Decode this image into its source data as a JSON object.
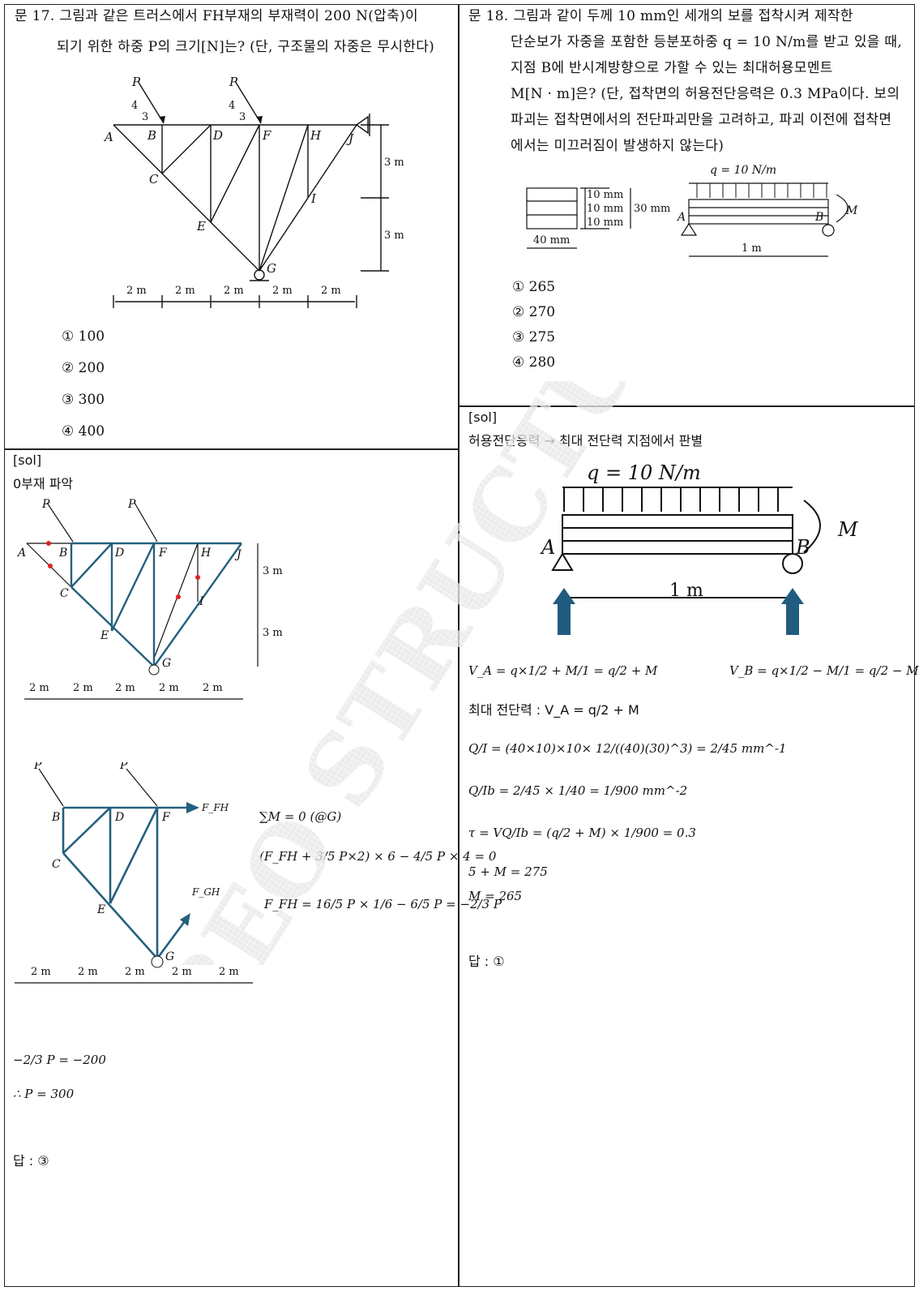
{
  "q17": {
    "number": "문 17.",
    "text_line1": "그림과 같은 트러스에서 FH부재의 부재력이 200 N(압축)이",
    "text_line2": "되기 위한 하중 P의 크기[N]는? (단, 구조물의 자중은 무시한다)",
    "choices": [
      "① 100",
      "② 200",
      "③ 300",
      "④ 400"
    ],
    "fig": {
      "nodes": [
        "A",
        "B",
        "C",
        "D",
        "E",
        "F",
        "G",
        "H",
        "I",
        "J"
      ],
      "load": "P",
      "load_ratio_a": "4",
      "load_ratio_b": "3",
      "dims_h": [
        "2 m",
        "2 m",
        "2 m",
        "2 m",
        "2 m"
      ],
      "dims_v": [
        "3 m",
        "3 m"
      ]
    }
  },
  "q18": {
    "number": "문 18.",
    "lines": [
      "그림과 같이 두께 10 mm인 세개의 보를 접착시켜 제작한",
      "단순보가 자중을 포함한 등분포하중 q = 10 N/m를 받고 있을 때,",
      "지점 B에 반시계방향으로 가할 수 있는 최대허용모멘트",
      "M[N · m]은? (단, 접착면의 허용전단응력은 0.3 MPa이다. 보의",
      "파괴는 접착면에서의 전단파괴만을 고려하고, 파괴 이전에 접착면",
      "에서는 미끄러짐이 발생하지 않는다)"
    ],
    "choices": [
      "① 265",
      "② 270",
      "③ 275",
      "④ 280"
    ],
    "fig": {
      "layer": "10 mm",
      "total": "30 mm",
      "width": "40 mm",
      "load": "q = 10 N/m",
      "span": "1 m",
      "A": "A",
      "B": "B",
      "M": "M"
    }
  },
  "sol17": {
    "tag": "[sol]",
    "heading": "0부재 파악",
    "eq1_lhs": "∑M = 0 (@G)",
    "eq2": "(F_FH + 3/5 P×2) × 6 − 4/5 P × 4 = 0",
    "eq3": "F_FH = 16/5 P × 1/6 − 6/5 P = −2/3 P",
    "force_fh": "F_FH",
    "force_gh": "F_GH",
    "result1": "−2/3 P = −200",
    "result2": "∴ P = 300",
    "answer": "답 : ③"
  },
  "sol18": {
    "tag": "[sol]",
    "heading": "허용전단응력 → 최대 전단력 지점에서 판별",
    "load": "q = 10 N/m",
    "span": "1 m",
    "va": "V_A = q×1/2 + M/1 = q/2 + M",
    "vb": "V_B = q×1/2 − M/1 = q/2 − M",
    "maxv": "최대 전단력 : V_A = q/2 + M",
    "qi": "Q/I = (40×10)×10× 12/((40)(30)^3) = 2/45 mm^-1",
    "qib": "Q/Ib = 2/45 × 1/40 = 1/900 mm^-2",
    "tau": "τ = VQ/Ib = (q/2 + M) × 1/900 = 0.3",
    "r1": "5 + M = 275",
    "r2": "M = 265",
    "answer": "답 : ①"
  },
  "watermark": "OREO STRUCTURE"
}
